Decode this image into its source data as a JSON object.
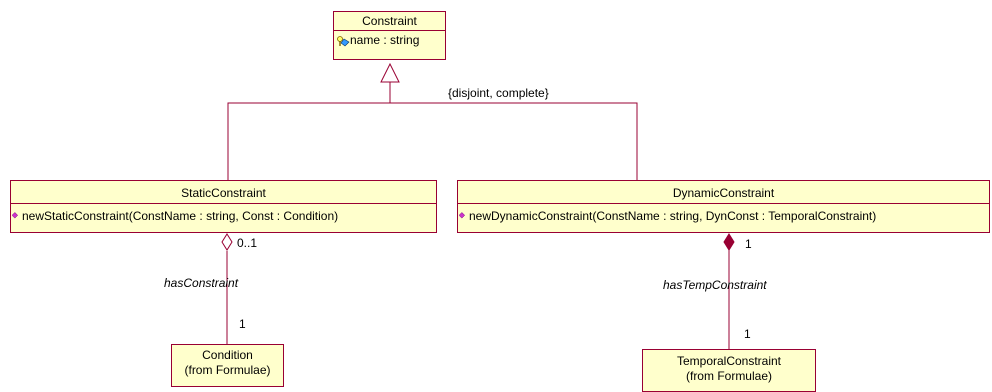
{
  "classes": {
    "constraint": {
      "name": "Constraint",
      "attribute": "name : string",
      "attribute_icon": "key-attribute-icon"
    },
    "static": {
      "name": "StaticConstraint",
      "operation": "newStaticConstraint(ConstName : string, Const : Condition)",
      "operation_icon": "operation-icon"
    },
    "dynamic": {
      "name": "DynamicConstraint",
      "operation": "newDynamicConstraint(ConstName : string, DynConst : TemporalConstraint)",
      "operation_icon": "operation-icon"
    },
    "condition": {
      "name": "Condition",
      "package": "(from Formulae)"
    },
    "temporal": {
      "name": "TemporalConstraint",
      "package": "(from Formulae)"
    }
  },
  "generalization": {
    "constraint_label": "{disjoint, complete}"
  },
  "associations": {
    "has_constraint": {
      "name": "hasConstraint",
      "source_multiplicity": "0..1",
      "target_multiplicity": "1",
      "kind": "aggregation"
    },
    "has_temp_constraint": {
      "name": "hasTempConstraint",
      "source_multiplicity": "1",
      "target_multiplicity": "1",
      "kind": "composition"
    }
  },
  "colors": {
    "box_fill": "#ffffcc",
    "line": "#990033"
  }
}
